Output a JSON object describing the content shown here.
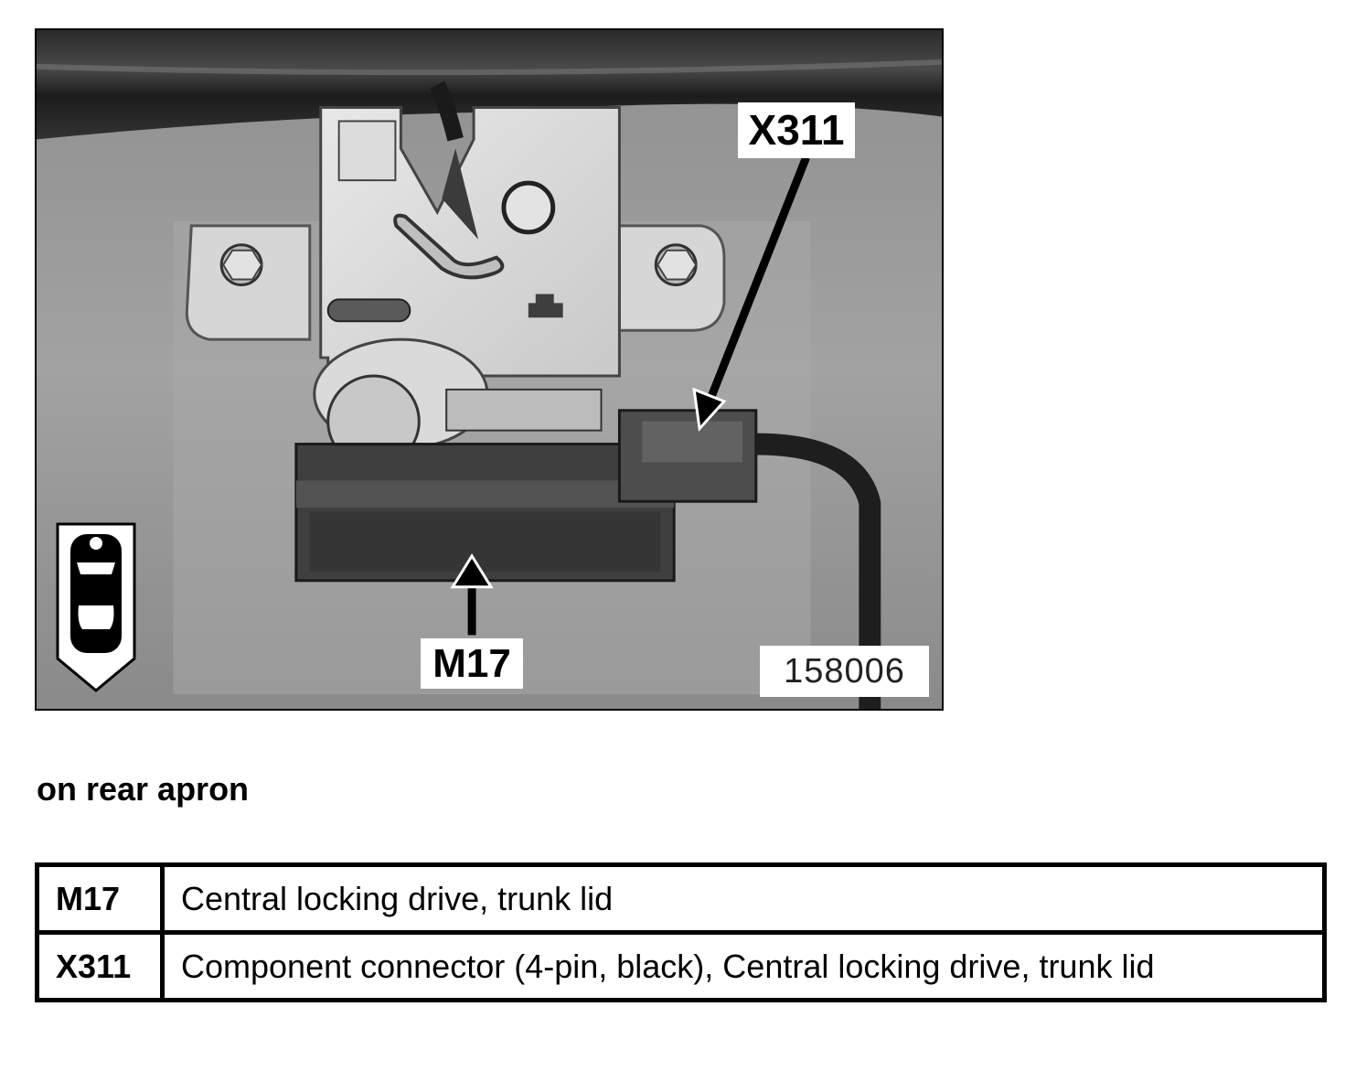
{
  "figure": {
    "callouts": {
      "connector": "X311",
      "drive": "M17",
      "figure_number": "158006"
    },
    "view_icon": "car-rear-view-icon"
  },
  "caption": "on rear apron",
  "legend": {
    "rows": [
      {
        "code": "M17",
        "description": "Central locking drive, trunk lid"
      },
      {
        "code": "X311",
        "description": "Component connector (4-pin, black), Central locking drive, trunk lid"
      }
    ]
  }
}
